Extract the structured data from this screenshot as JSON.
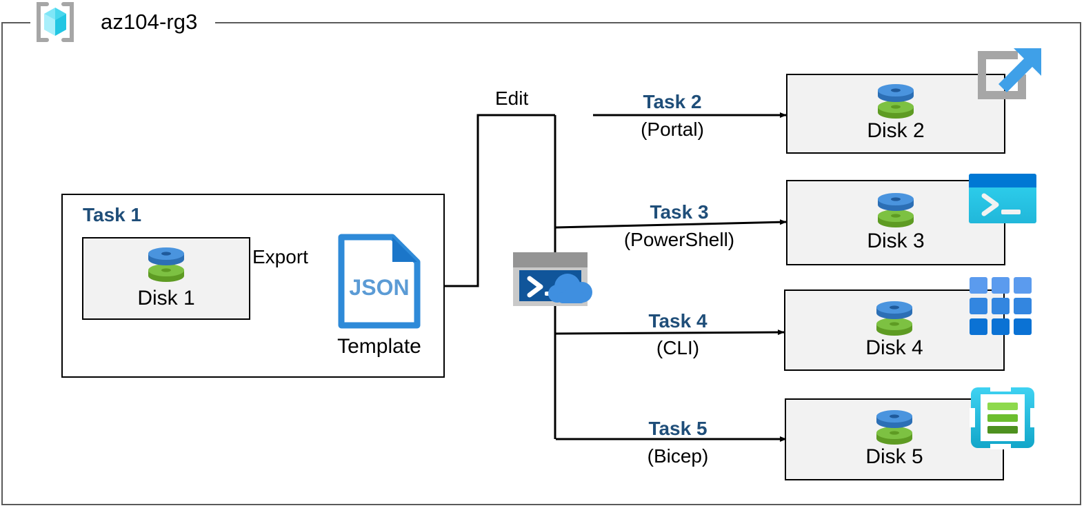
{
  "diagram": {
    "type": "azure-architecture-flow",
    "resource_group": {
      "name": "az104-rg3",
      "icon": "azure-resource-group-icon",
      "border_color": "#595959"
    },
    "colors": {
      "task_label": "#1F4E79",
      "box_fill": "#F2F2F2",
      "box_border": "#000000",
      "disk_top": "#3F8FD4",
      "disk_bottom": "#71B12F",
      "json_blue": "#2E8AD8",
      "json_text": "#5B9BD5",
      "portal_arrow": "#3FA0E8",
      "portal_frame": "#A6A6A6",
      "powershell_bar": "#0078D4",
      "powershell_body": "#2BC4E8",
      "cli_tile": "#2E8BE0",
      "bicep_frame": "#32C5EA",
      "bicep_bar": "#6BBE2E",
      "cloudshell_frame": "#A6A6A6",
      "cloudshell_body": "#10559A",
      "cloudshell_cloud": "#3F8FE0"
    },
    "task1": {
      "label": "Task 1",
      "source_disk": "Disk 1",
      "export_label": "Export",
      "template_format": "JSON",
      "template_label": "Template",
      "template_icon": "json-file-icon",
      "disk_icon": "managed-disk-icon"
    },
    "edit_label": "Edit",
    "cloud_shell": {
      "icon": "azure-cloud-shell-icon",
      "prompt": ">_"
    },
    "tasks": [
      {
        "id": "task-2",
        "name": "Task 2",
        "tool": "(Portal)",
        "target_disk": "Disk 2",
        "tool_icon": "azure-portal-icon",
        "disk_icon": "managed-disk-icon"
      },
      {
        "id": "task-3",
        "name": "Task 3",
        "tool": "(PowerShell)",
        "target_disk": "Disk 3",
        "tool_icon": "powershell-icon",
        "disk_icon": "managed-disk-icon"
      },
      {
        "id": "task-4",
        "name": "Task 4",
        "tool": "(CLI)",
        "target_disk": "Disk 4",
        "tool_icon": "azure-cli-icon",
        "disk_icon": "managed-disk-icon"
      },
      {
        "id": "task-5",
        "name": "Task 5",
        "tool": "(Bicep)",
        "target_disk": "Disk 5",
        "tool_icon": "bicep-icon",
        "disk_icon": "managed-disk-icon"
      }
    ]
  }
}
